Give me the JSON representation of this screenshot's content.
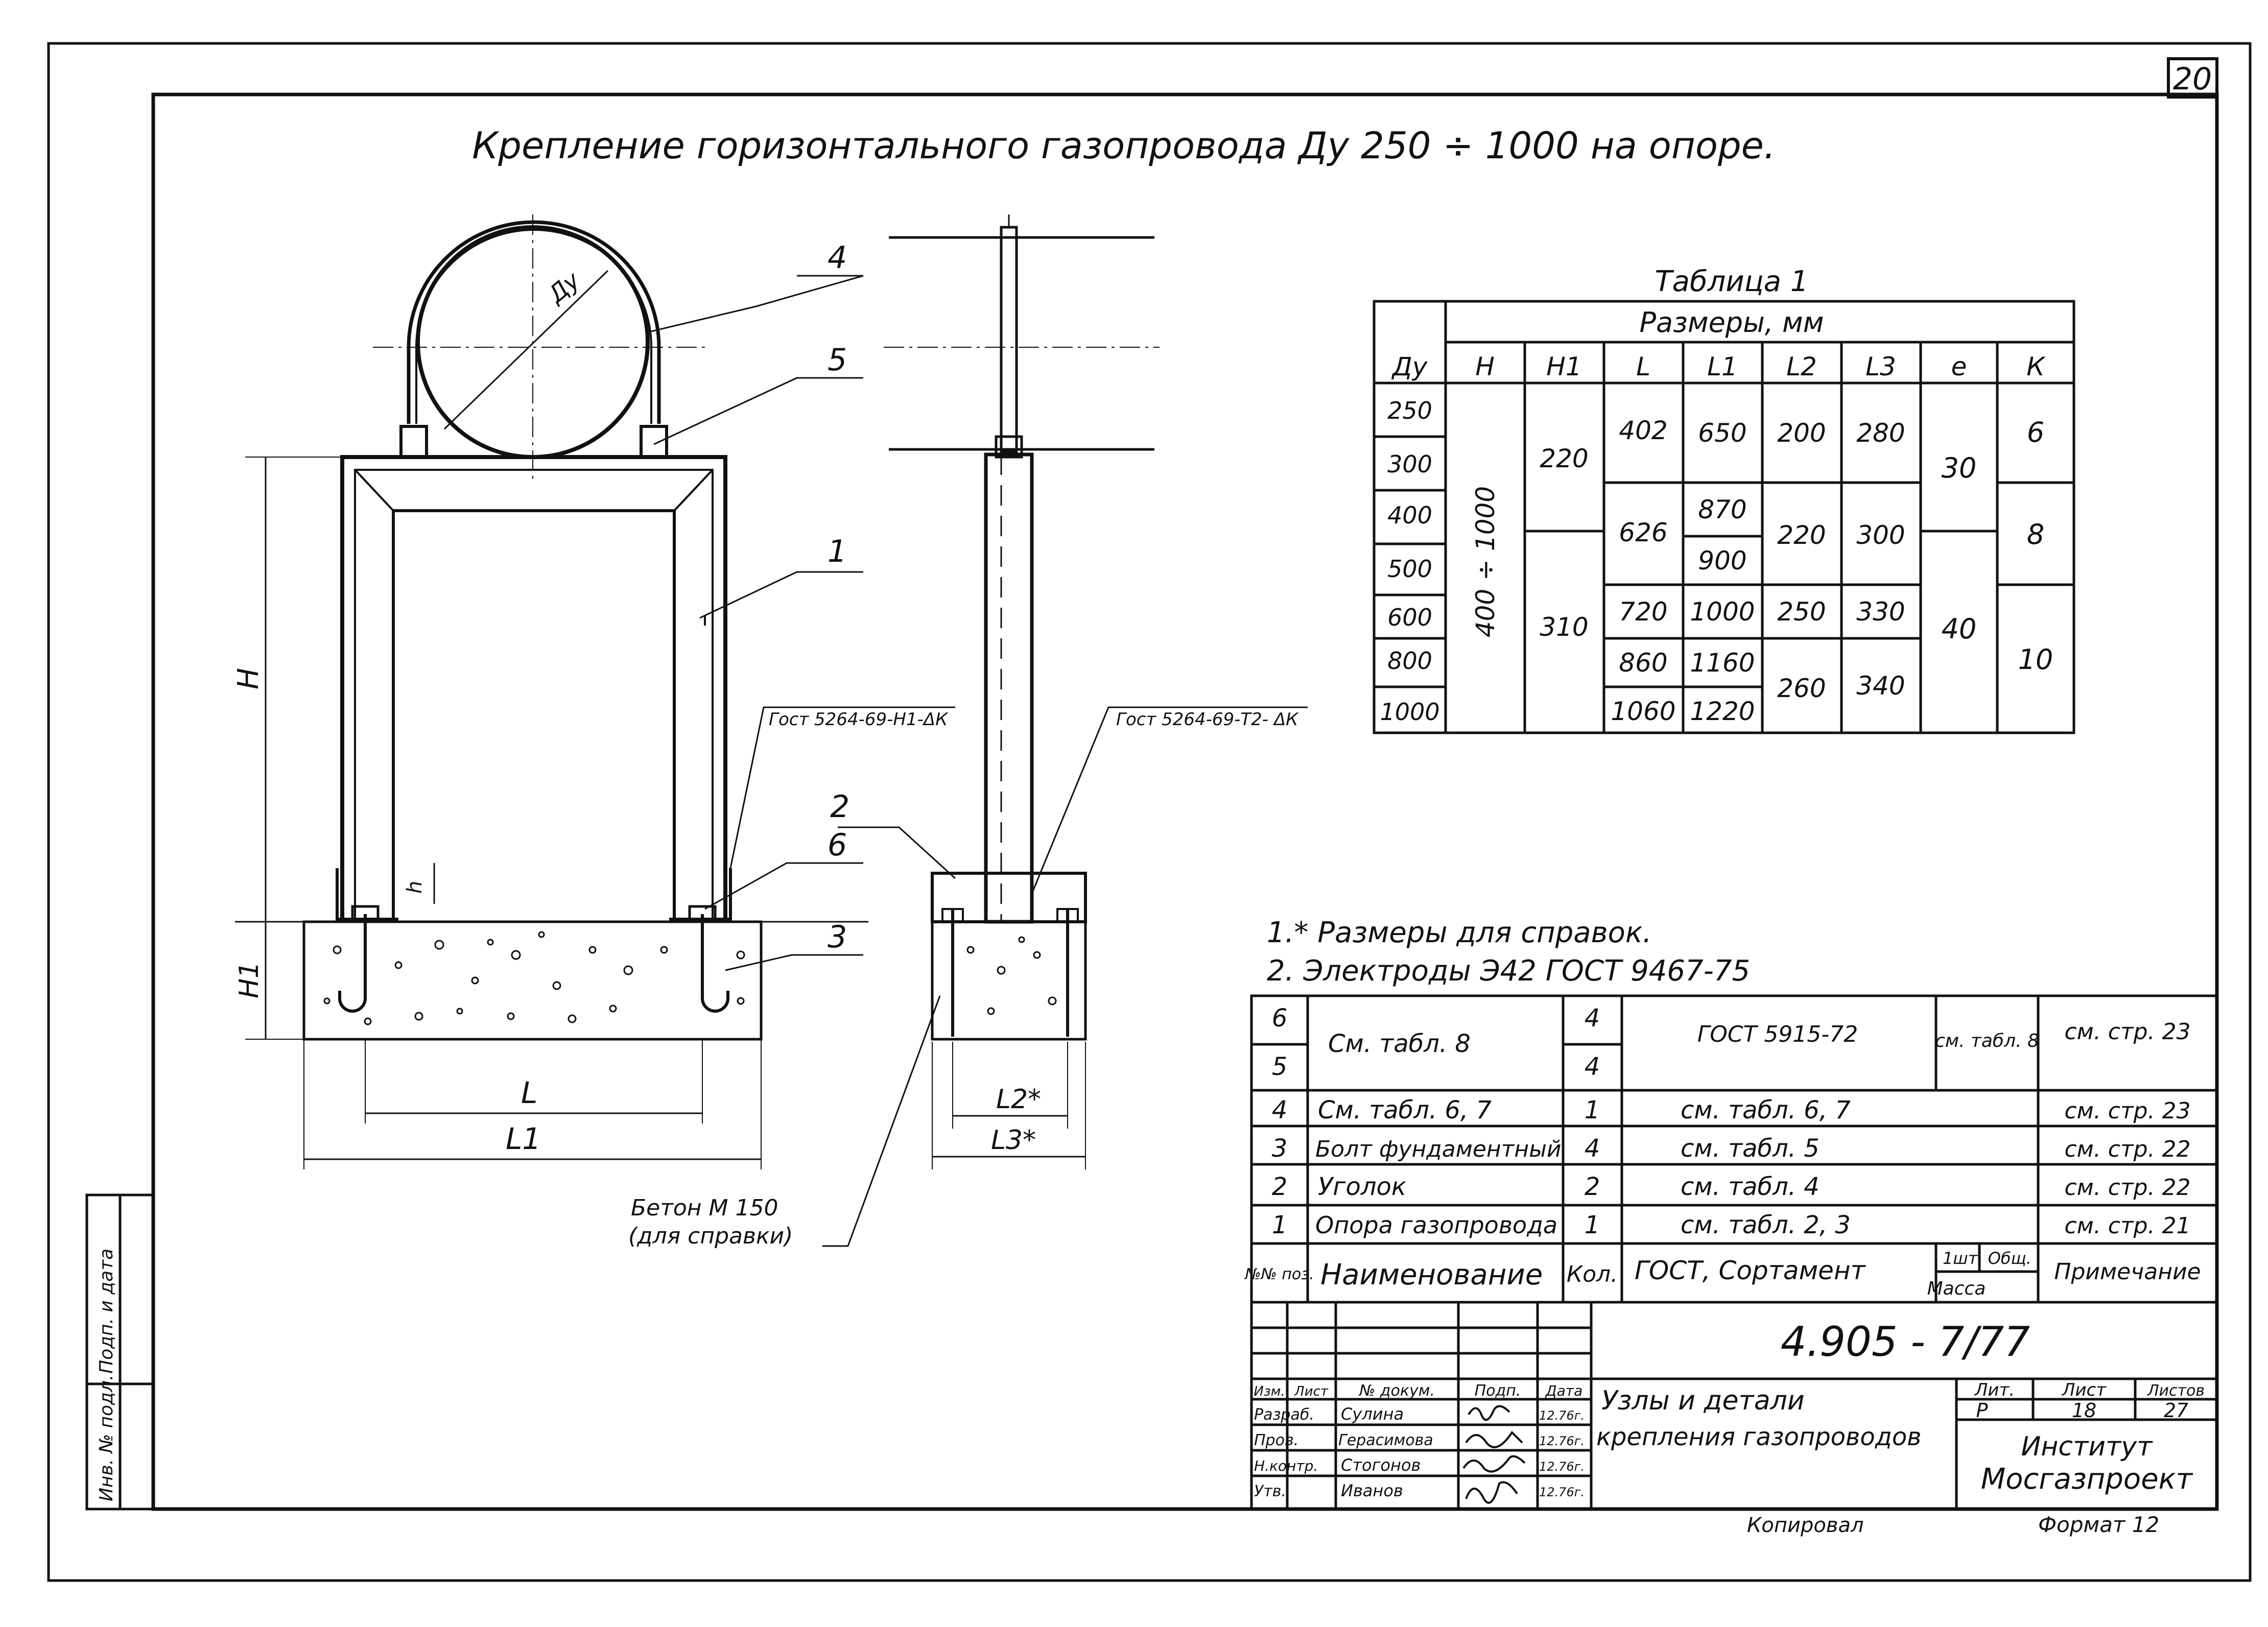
{
  "sheet": {
    "number": "20",
    "title": "Крепление горизонтального газопровода Ду 250 ÷ 1000 на опоре.",
    "copied": "Копировал",
    "format": "Формат 12"
  },
  "drawing": {
    "front": {
      "labels": {
        "du": "Ду",
        "h": "Н",
        "h1": "Н1",
        "h_small": "h",
        "l": "L",
        "l1": "L1",
        "weld": "Гост 5264-69-Н1-ΔК"
      },
      "callouts": [
        "4",
        "5",
        "1",
        "6",
        "3",
        "2"
      ]
    },
    "side": {
      "labels": {
        "weld": "Гост 5264-69-Т2- ΔК",
        "l2": "L2*",
        "l3": "L3*"
      }
    },
    "concrete_note": [
      "Бетон  М 150",
      "(для справки)"
    ]
  },
  "table1": {
    "title": "Таблица 1",
    "group_header": "Размеры, мм",
    "headers": [
      "Ду",
      "Н",
      "Н1",
      "L",
      "L1",
      "L2",
      "L3",
      "e",
      "К"
    ],
    "du": [
      "250",
      "300",
      "400",
      "500",
      "600",
      "800",
      "1000"
    ],
    "h": "400 ÷ 1000",
    "h1": [
      "220",
      "310"
    ],
    "l": [
      "402",
      "626",
      "720",
      "860",
      "1060"
    ],
    "l1": [
      "650",
      "870",
      "900",
      "1000",
      "1160",
      "1220"
    ],
    "l2": [
      "200",
      "220",
      "250",
      "260"
    ],
    "l3": [
      "280",
      "300",
      "330",
      "340"
    ],
    "e": [
      "30",
      "40"
    ],
    "k": [
      "6",
      "8",
      "10"
    ]
  },
  "notes": [
    "1.* Размеры для справок.",
    "2. Электроды  Э42  ГОСТ 9467-75"
  ],
  "spec": {
    "rows": [
      {
        "pos": "6",
        "name": "См. табл.  8",
        "qty": "4",
        "gost": "ГОСТ 5915-72",
        "mass": "см. табл. 8",
        "note": "см. стр. 23"
      },
      {
        "pos": "5",
        "name": "",
        "qty": "4",
        "gost": "",
        "mass": "",
        "note": ""
      },
      {
        "pos": "4",
        "name": "См. табл. 6, 7",
        "qty": "1",
        "gost": "см. табл. 6, 7",
        "mass": "",
        "note": "см. стр. 23"
      },
      {
        "pos": "3",
        "name": "Болт фундаментный",
        "qty": "4",
        "gost": "см. табл.  5",
        "mass": "",
        "note": "см. стр. 22"
      },
      {
        "pos": "2",
        "name": "Уголок",
        "qty": "2",
        "gost": "см. табл.  4",
        "mass": "",
        "note": "см. стр. 22"
      },
      {
        "pos": "1",
        "name": "Опора газопровода",
        "qty": "1",
        "gost": "см. табл. 2, 3",
        "mass": "",
        "note": "см. стр. 21"
      }
    ],
    "header": {
      "pos": "№№ поз.",
      "name": "Наименование",
      "qty": "Кол.",
      "gost": "ГОСТ, Сортамент",
      "mass_top": "1шт. Общ.",
      "mass_bottom": "Масса",
      "note": "Примечание"
    }
  },
  "titleblock": {
    "doc_code": "4.905 - 7/77",
    "title_lines": [
      "Узлы и детали",
      "крепления газопроводов"
    ],
    "org_lines": [
      "Институт",
      "Мосгазпроект"
    ],
    "col_heads": [
      "Изм.",
      "Лист",
      "№ докум.",
      "Подп.",
      "Дата"
    ],
    "roles": [
      {
        "role": "Разраб.",
        "name": "Сулина",
        "date": "12.76г."
      },
      {
        "role": "Пров.",
        "name": "Герасимова",
        "date": "12.76г."
      },
      {
        "role": "Н.контр.",
        "name": "Стогонов",
        "date": "12.76г."
      },
      {
        "role": "Утв.",
        "name": "Иванов",
        "date": "12.76г."
      }
    ],
    "lit_label": "Лит.",
    "sheet_label": "Лист",
    "sheets_label": "Листов",
    "lit": "Р",
    "sheet": "18",
    "sheets": "27"
  },
  "side_stamp": [
    "Инв. № подл.",
    "Подп. и дата"
  ]
}
